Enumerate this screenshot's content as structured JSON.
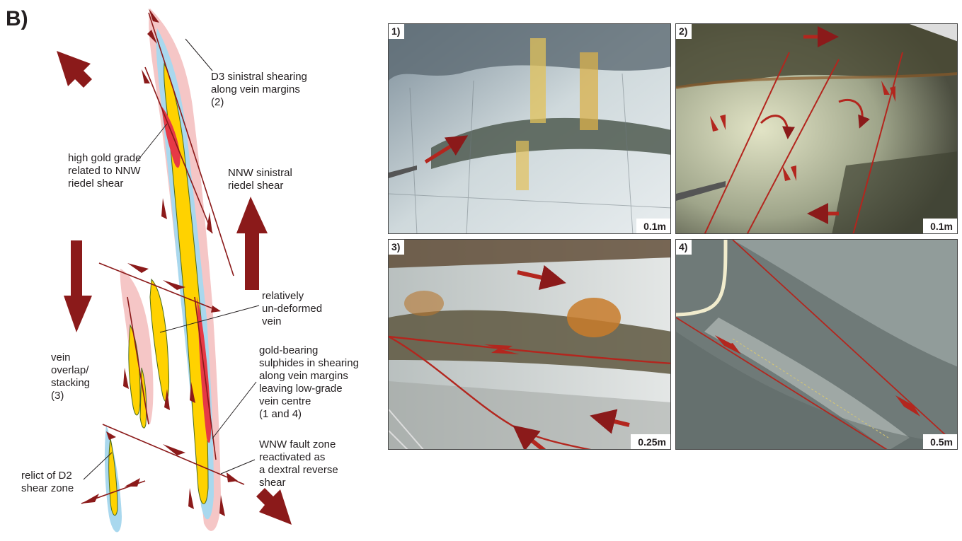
{
  "panel_letter": "B)",
  "colors": {
    "shear_red": "#8b1a1a",
    "vein_yellow": "#ffd200",
    "high_grade_red": "#e63946",
    "halo_pink": "#f5c6c6",
    "halo_blue": "#a9d8ee"
  },
  "labels": {
    "d3_shearing": [
      "D3 sinistral shearing",
      "along vein margins",
      "(2)"
    ],
    "high_gold": [
      "high gold grade",
      "related to NNW",
      "riedel shear"
    ],
    "nnw_riedel": [
      "NNW sinistral",
      "riedel shear"
    ],
    "undeformed": [
      "relatively",
      "un-deformed",
      "vein"
    ],
    "overlap": [
      "vein",
      "overlap/",
      "stacking",
      "(3)"
    ],
    "sulphides": [
      "gold-bearing",
      "sulphides in shearing",
      "along vein margins",
      "leaving low-grade",
      "vein centre",
      "(1 and 4)"
    ],
    "wnw_fault": [
      "WNW fault zone",
      "reactivated as",
      "a dextral reverse",
      "shear"
    ],
    "relict": [
      "relict of D2",
      "shear zone"
    ]
  },
  "photos": [
    {
      "label": "1)",
      "scale": "0.1m"
    },
    {
      "label": "2)",
      "scale": "0.1m"
    },
    {
      "label": "3)",
      "scale": "0.25m"
    },
    {
      "label": "4)",
      "scale": "0.5m"
    }
  ]
}
